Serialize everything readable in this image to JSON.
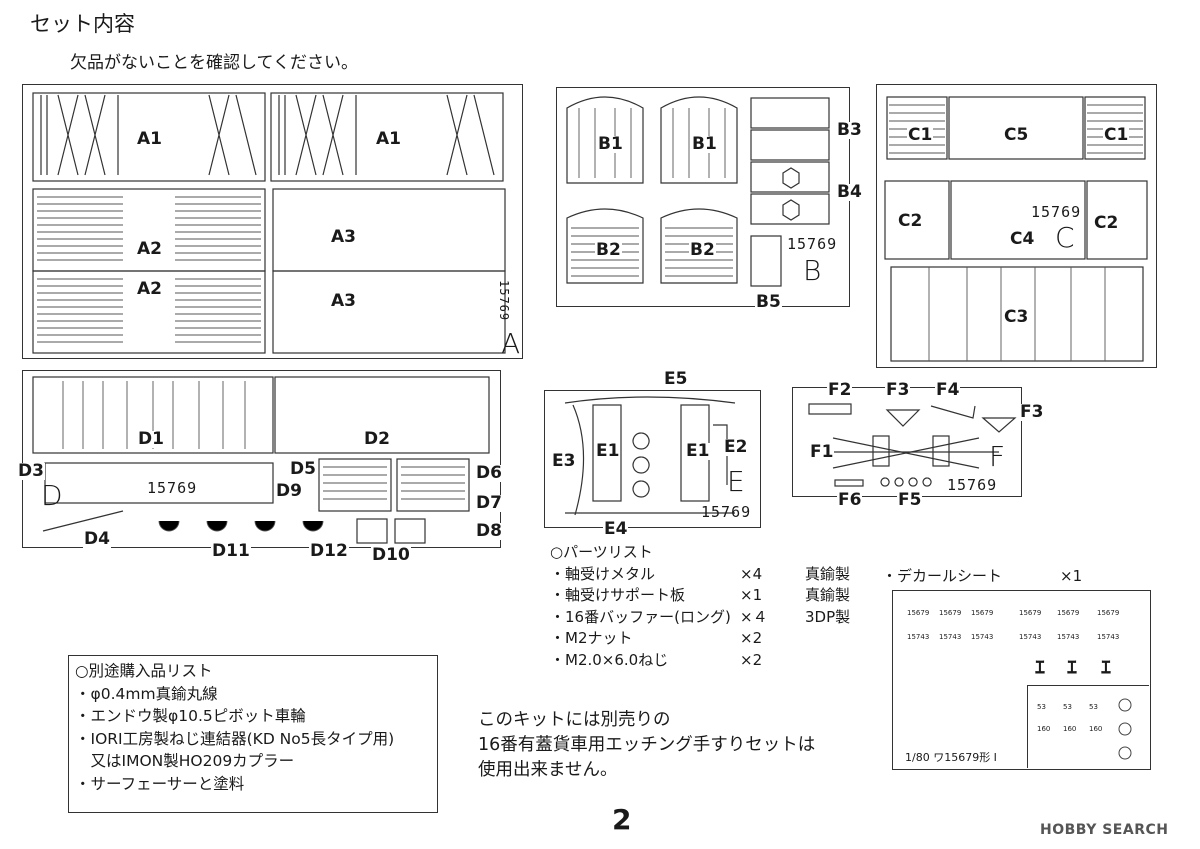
{
  "header": {
    "title": "セット内容",
    "subtitle": "欠品がないことを確認してください。"
  },
  "sheets": {
    "A": {
      "labels": [
        "A1",
        "A1",
        "A2",
        "A2",
        "A3",
        "A3"
      ],
      "number": "15769",
      "letter": "A"
    },
    "B": {
      "labels": [
        "B1",
        "B1",
        "B2",
        "B2",
        "B3",
        "B4",
        "B5"
      ],
      "number": "15769",
      "letter": "B"
    },
    "C": {
      "labels": [
        "C1",
        "C5",
        "C1",
        "C2",
        "C4",
        "C2",
        "C3"
      ],
      "number": "15769",
      "letter": "C"
    },
    "D": {
      "labels": [
        "D1",
        "D2",
        "D3",
        "D5",
        "D6",
        "D7",
        "D4",
        "D8",
        "D9",
        "D10",
        "D11",
        "D12"
      ],
      "number": "15769",
      "letter": "D"
    },
    "E": {
      "labels": [
        "E5",
        "E1",
        "E1",
        "E2",
        "E3",
        "E4"
      ],
      "number": "15769",
      "letter": "E"
    },
    "F": {
      "labels": [
        "F2",
        "F3",
        "F4",
        "F3",
        "F1",
        "F6",
        "F5"
      ],
      "number": "15769",
      "letter": "F"
    }
  },
  "parts_list": {
    "title": "○パーツリスト",
    "items": [
      {
        "name": "・軸受けメタル",
        "qty": "×4",
        "material": "真鍮製"
      },
      {
        "name": "・軸受けサポート板",
        "qty": "×1",
        "material": "真鍮製"
      },
      {
        "name": "・16番バッファー(ロング)",
        "qty": "×４",
        "material": "3DP製"
      },
      {
        "name": "・M2ナット",
        "qty": "×2",
        "material": ""
      },
      {
        "name": "・M2.0×6.0ねじ",
        "qty": "×2",
        "material": ""
      }
    ]
  },
  "decal": {
    "title": "・デカールシート",
    "qty": "×1",
    "numbers": [
      "15679",
      "15679",
      "15679",
      "15679",
      "15679",
      "15679",
      "15743",
      "15743",
      "15743",
      "15743",
      "15743",
      "15743"
    ],
    "marks": [
      "ｴ",
      "ｴ",
      "ｴ"
    ],
    "kata": [
      "53",
      "53",
      "53",
      "160",
      "160",
      "160"
    ],
    "caption": "1/80 ワ15679形 Ⅰ"
  },
  "purchase_list": {
    "title": "○別途購入品リスト",
    "items": [
      "・φ0.4mm真鍮丸線",
      "・エンドウ製φ10.5ピボット車輪",
      "・IORI工房製ねじ連結器(KD No5長タイプ用)",
      "　又はIMON製HO209カプラー",
      "・サーフェーサーと塗料"
    ]
  },
  "note": {
    "lines": [
      "このキットには別売りの",
      "16番有蓋貨車用エッチング手すりセットは",
      "使用出来ません。"
    ]
  },
  "page_number": "2",
  "watermark": "HOBBY SEARCH"
}
